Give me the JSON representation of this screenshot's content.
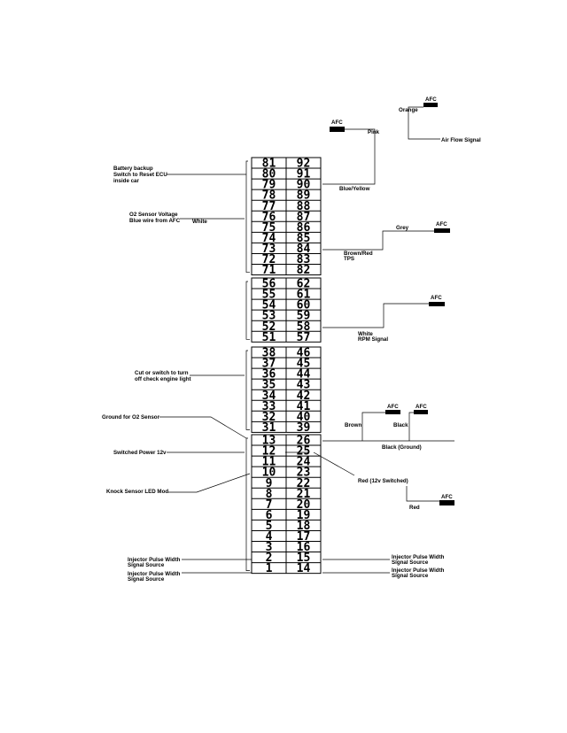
{
  "connector": {
    "blocks": [
      {
        "id": "A",
        "rows": [
          [
            "81",
            "92"
          ],
          [
            "80",
            "91"
          ],
          [
            "79",
            "90"
          ],
          [
            "78",
            "89"
          ],
          [
            "77",
            "88"
          ],
          [
            "76",
            "87"
          ],
          [
            "75",
            "86"
          ],
          [
            "74",
            "85"
          ],
          [
            "73",
            "84"
          ],
          [
            "72",
            "83"
          ],
          [
            "71",
            "82"
          ]
        ]
      },
      {
        "id": "B",
        "rows": [
          [
            "56",
            "62"
          ],
          [
            "55",
            "61"
          ],
          [
            "54",
            "60"
          ],
          [
            "53",
            "59"
          ],
          [
            "52",
            "58"
          ],
          [
            "51",
            "57"
          ]
        ]
      },
      {
        "id": "C",
        "rows": [
          [
            "38",
            "46"
          ],
          [
            "37",
            "45"
          ],
          [
            "36",
            "44"
          ],
          [
            "35",
            "43"
          ],
          [
            "34",
            "42"
          ],
          [
            "33",
            "41"
          ],
          [
            "32",
            "40"
          ],
          [
            "31",
            "39"
          ]
        ]
      },
      {
        "id": "D",
        "rows": [
          [
            "13",
            "26"
          ],
          [
            "12",
            "25"
          ],
          [
            "11",
            "24"
          ],
          [
            "10",
            "23"
          ],
          [
            "9",
            "22"
          ],
          [
            "8",
            "21"
          ],
          [
            "7",
            "20"
          ],
          [
            "6",
            "19"
          ],
          [
            "5",
            "18"
          ],
          [
            "4",
            "17"
          ],
          [
            "3",
            "16"
          ],
          [
            "2",
            "15"
          ],
          [
            "1",
            "14"
          ]
        ]
      }
    ]
  },
  "labels": {
    "afc": "AFC",
    "orange": "Orange",
    "air_flow_signal": "Air Flow Signal",
    "pink": "Pink",
    "battery_backup_1": "Battery backup",
    "battery_backup_2": "Switch to Reset ECU",
    "battery_backup_3": "inside car",
    "blue_yellow": "Blue/Yellow",
    "o2_voltage_1": "O2 Sensor Voltage",
    "o2_voltage_2": "Blue wire from AFC",
    "white_1": "White",
    "grey": "Grey",
    "brown_red": "Brown/Red",
    "tps": "TPS",
    "white_2": "White",
    "rpm_signal": "RPM Signal",
    "check_engine_1": "Cut or switch to turn",
    "check_engine_2": "off check engine light",
    "ground_o2": "Ground for O2 Sensor",
    "brown": "Brown",
    "black": "Black",
    "black_ground": "Black (Ground)",
    "switched_power": "Switched Power 12v",
    "red_switched": "Red (12v Switched)",
    "red": "Red",
    "knock_sensor": "Knock Sensor LED Mod",
    "inj_left_a_1": "Injector Pulse Width",
    "inj_left_a_2": "Signal Source",
    "inj_left_b_1": "Injector Pulse Width",
    "inj_left_b_2": "Signal Source",
    "inj_right_a_1": "Injector Pulse Width",
    "inj_right_a_2": "Signal Source",
    "inj_right_b_1": "Injector Pulse Width",
    "inj_right_b_2": "Signal Source"
  }
}
